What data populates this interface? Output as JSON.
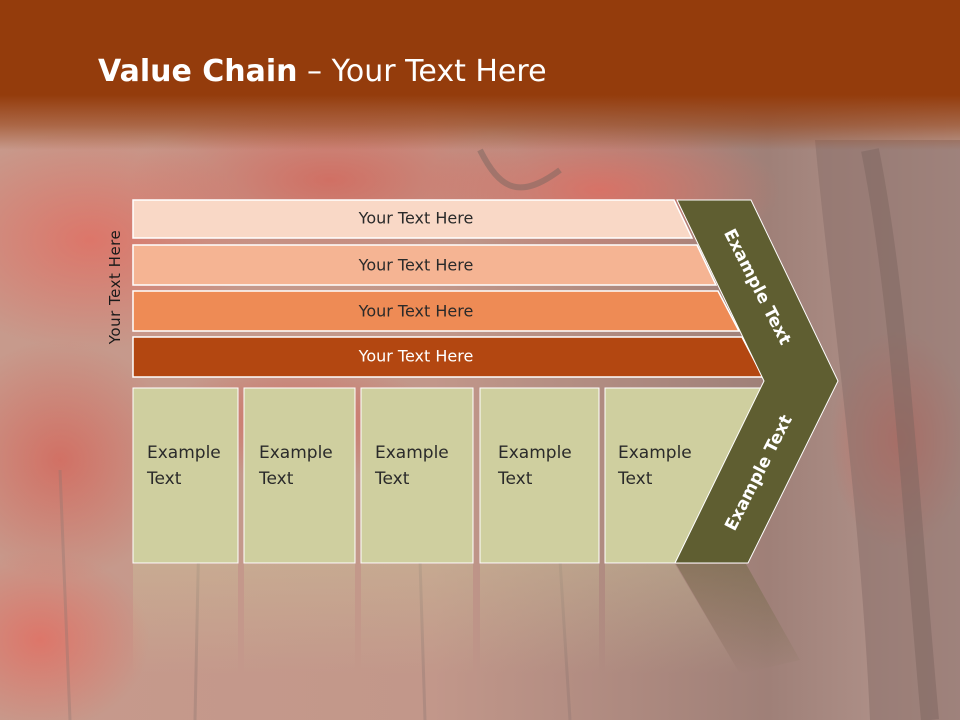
{
  "title": {
    "bold": "Value Chain",
    "rest": " – Your Text Here"
  },
  "side_label": "Your Text Here",
  "bars": [
    {
      "label": "Your Text Here",
      "color": "#f9d8c6"
    },
    {
      "label": "Your Text Here",
      "color": "#f5b493"
    },
    {
      "label": "Your Text Here",
      "color": "#ee8b55"
    },
    {
      "label": "Your Text Here",
      "color": "#b34711"
    }
  ],
  "boxes": [
    {
      "line1": "Example",
      "line2": "Text"
    },
    {
      "line1": "Example",
      "line2": "Text"
    },
    {
      "line1": "Example",
      "line2": "Text"
    },
    {
      "line1": "Example",
      "line2": "Text"
    },
    {
      "line1": "Example",
      "line2": "Text"
    }
  ],
  "arrow": {
    "upper_label": "Example Text",
    "lower_label": "Example Text",
    "color": "#5f5e31"
  },
  "colors": {
    "header": "#943c0c",
    "box_fill": "#cfcf9f"
  }
}
